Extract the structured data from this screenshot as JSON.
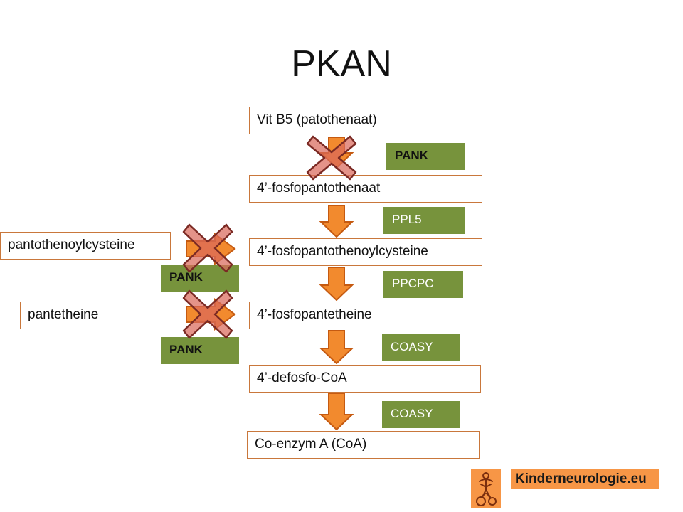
{
  "title": "PKAN",
  "colors": {
    "arrow": "#f28a2e",
    "box_border": "#c9773b",
    "enzyme_bg": "#77933c",
    "x_mark": "#d9695c",
    "logo_bg": "#f79646"
  },
  "pathway": {
    "vit_b5": "Vit B5 (patothenaat)",
    "fosfopantothenaat": "4’-fosfopantothenaat",
    "fosfopantothenoylcysteine": "4’-fosfopantothenoylcysteine",
    "fosfopantetheine": "4’-fosfopantetheine",
    "defosfo_coa": "4’-defosfo-CoA",
    "coenzym_a": "Co-enzym A (CoA)"
  },
  "enzymes": {
    "pank_main": "PANK",
    "ppl5": "PPL5",
    "ppcpc": "PPCPC",
    "coasy_1": "COASY",
    "coasy_2": "COASY",
    "pank_side_1": "PANK",
    "pank_side_2": "PANK"
  },
  "side": {
    "pantothenoylcysteine": "pantothenoylcysteine",
    "pantetheine": "pantetheine"
  },
  "logo": {
    "text": "Kinderneurologie.eu"
  }
}
